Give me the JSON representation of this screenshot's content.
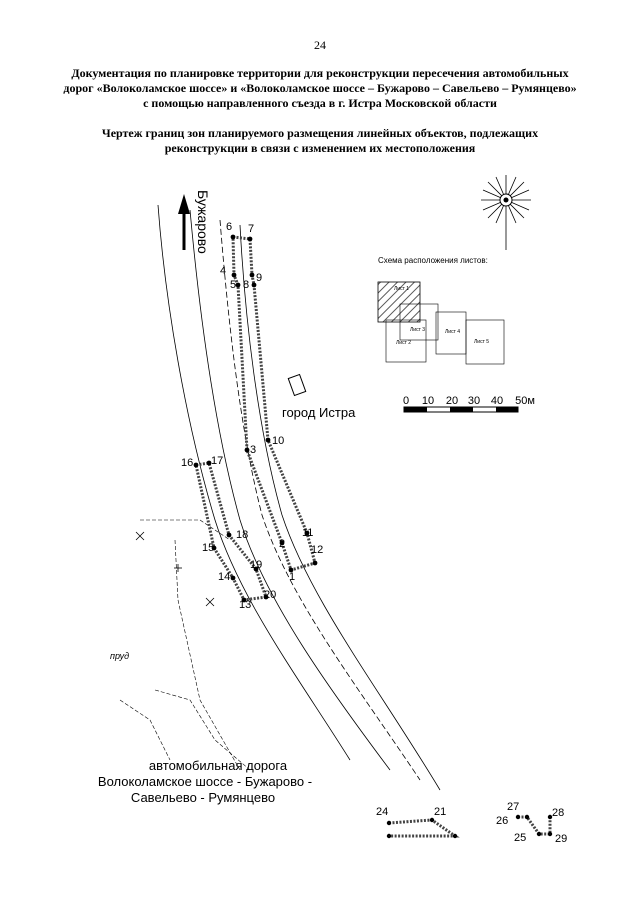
{
  "page_number": "24",
  "document_title": "Документация по планировке территории для реконструкции пересечения автомобильных дорог «Волоколамское шоссе» и «Волоколамское шоссе – Бужарово – Савельево – Румянцево» с помощью направленного съезда в г. Истра Московской области",
  "drawing_title": "Чертеж границ зон планируемого размещения линейных объектов, подлежащих реконструкции в связи с изменением их местоположения",
  "map": {
    "direction_label": "Бужарово",
    "city_label": "город Истра",
    "pond_label": "пруд",
    "road_label_lines": [
      "автомобильная дорога",
      "Волоколамское шоссе - Бужарово -",
      "Савельево - Румянцево"
    ],
    "points": [
      "1",
      "2",
      "3",
      "4",
      "5",
      "6",
      "7",
      "8",
      "9",
      "10",
      "11",
      "12",
      "13",
      "14",
      "15",
      "16",
      "17",
      "18",
      "19",
      "20",
      "21",
      "24",
      "25",
      "26",
      "27",
      "28",
      "29"
    ]
  },
  "sheet_scheme": {
    "title": "Схема расположения листов:",
    "sheets": [
      "Лист 1",
      "Лист 2",
      "Лист 3",
      "Лист 4",
      "Лист 5"
    ]
  },
  "scale_bar": {
    "ticks": [
      "0",
      "10",
      "20",
      "30",
      "40",
      "50м"
    ]
  },
  "colors": {
    "ink": "#000000",
    "boundary": "#555555",
    "hatch": "#666666"
  }
}
